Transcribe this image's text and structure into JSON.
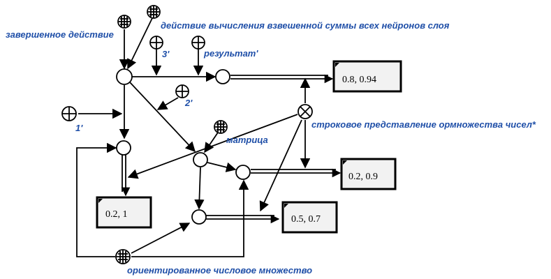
{
  "labels": {
    "completed_action": "завершенное действие",
    "weighted_sum_action": "действие вычисления взвешенной суммы всех нейронов слоя",
    "three_prime": "3'",
    "result_prime": "результат'",
    "two_prime": "2'",
    "one_prime": "1'",
    "string_repr": "строковое представление ормножества чисел*",
    "matrix": "матрица",
    "oriented_set": "ориентированное числовое множество"
  },
  "values": {
    "box_top_right": "0.8, 0.94",
    "box_mid_right": "0.2, 0.9",
    "box_bottom_left": "0.2, 1",
    "box_bottom_mid": "0.5, 0.7"
  },
  "colors": {
    "label": "#1f4fa8",
    "stroke": "#000000",
    "box_fill": "#f2f2f2"
  },
  "icons": {
    "class_node": "grid-circle",
    "plus_node": "plus-circle",
    "cross_node": "cross-circle"
  }
}
